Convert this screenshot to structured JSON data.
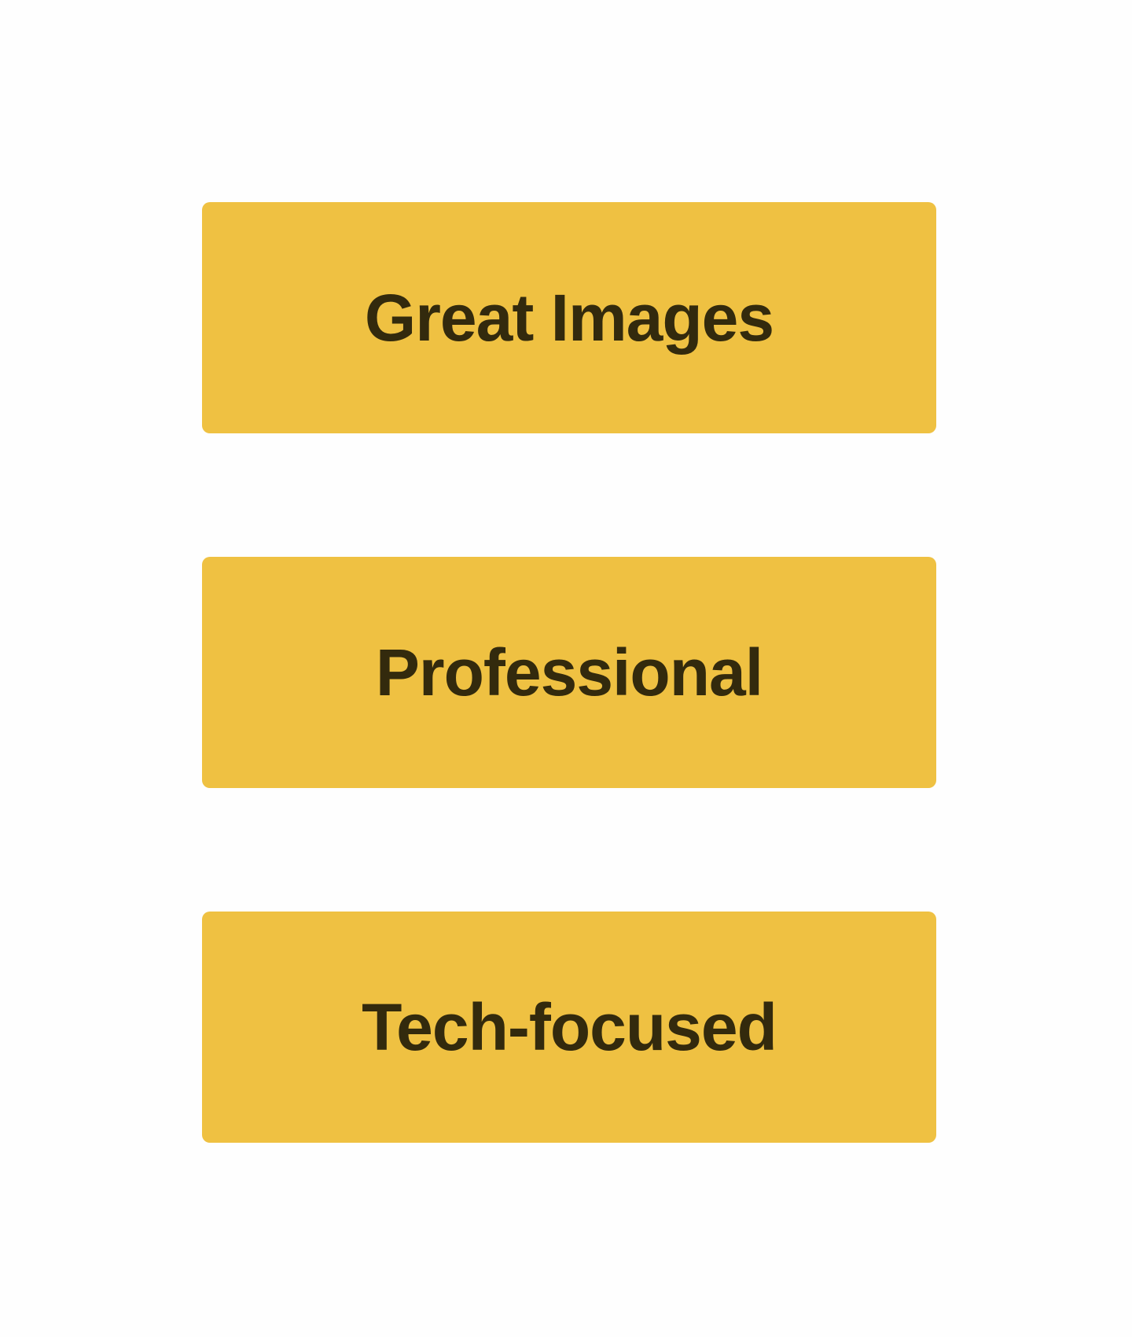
{
  "features": [
    {
      "label": "Great Images"
    },
    {
      "label": "Professional"
    },
    {
      "label": "Tech-focused"
    }
  ],
  "colors": {
    "background": "#fefefe",
    "card": "#efc142",
    "text": "#332a0d"
  }
}
